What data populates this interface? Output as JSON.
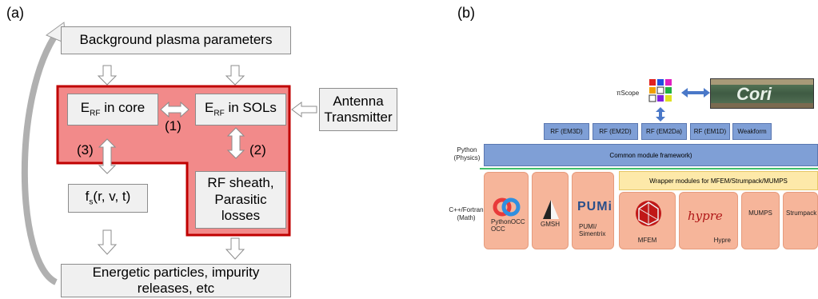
{
  "panel_a": {
    "label": "(a)",
    "background_plasma": "Background plasma parameters",
    "erf_core": {
      "main": "E",
      "sub": "RF",
      "rest": " in core"
    },
    "erf_sols": {
      "main": "E",
      "sub": "RF",
      "rest": " in SOLs"
    },
    "antenna": [
      "Antenna",
      "Transmitter"
    ],
    "rf_sheath": [
      "RF sheath,",
      "Parasitic",
      "losses"
    ],
    "fs": {
      "main": "f",
      "sub": "s",
      "rest": "(r, v, t)"
    },
    "energetic": [
      "Energetic particles, impurity",
      "releases, etc"
    ],
    "link_1": "(1)",
    "link_2": "(2)",
    "link_3": "(3)",
    "colors": {
      "red_region": "#f28a8a",
      "red_border": "#c00000",
      "box": "#f0f0f0"
    }
  },
  "panel_b": {
    "label": "(b)",
    "piscope": "πScope",
    "cori": "Cori",
    "tabs": [
      "RF (EM3D)",
      "RF (EM2D)",
      "RF (EM2Da)",
      "RF (EM1D)",
      "Weakform"
    ],
    "python_label": [
      "Python",
      "(Physics)"
    ],
    "common_framework": "Common module framework)",
    "cpp_label": [
      "C++/Fortran",
      "(Math)"
    ],
    "wrapper": "Wrapper modules for MFEM/Strumpack/MUMPS",
    "modules": {
      "pythonocc": [
        "PythonOCC",
        "OCC"
      ],
      "gmsh": "GMSH",
      "pumi_logo": "PUMi",
      "pumi": [
        "PUMI/",
        "Simentrix"
      ],
      "mfem": "MFEM",
      "hypre_logo": "hypre",
      "hypre": "Hypre",
      "mumps": "MUMPS",
      "strumpack": "Strumpack"
    },
    "colors": {
      "tab": "#7f9fd6",
      "framework": "#7f9fd6",
      "module": "#f6b59a",
      "wrapper": "#fde9a9"
    }
  }
}
